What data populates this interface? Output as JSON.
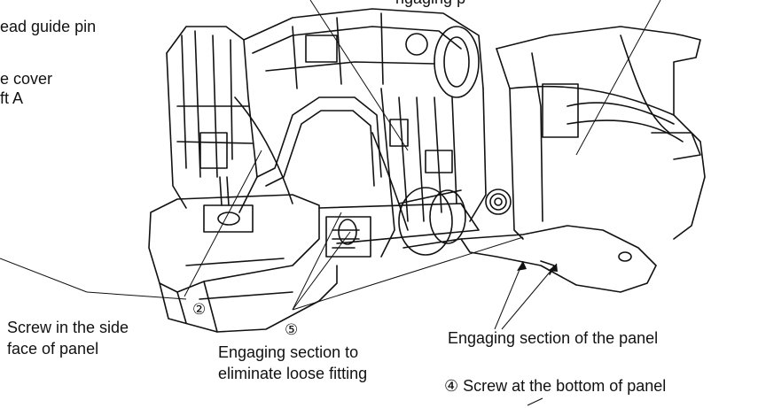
{
  "labels": {
    "thread_guide_pin": "ead guide pin",
    "side_cover_line1": "e cover",
    "side_cover_line2": "ft A",
    "top_partial": "ngaging                               p",
    "callout_2_number": "②",
    "callout_2_line1": "Screw in the side",
    "callout_2_line2": "face of panel",
    "callout_5_number": "⑤",
    "callout_5_line1": "Engaging section to",
    "callout_5_line2": "eliminate loose fitting",
    "panel_engaging": "Engaging section of the panel",
    "callout_4": "④ Screw at the bottom of panel"
  },
  "colors": {
    "ink": "#111111",
    "background": "#ffffff"
  }
}
